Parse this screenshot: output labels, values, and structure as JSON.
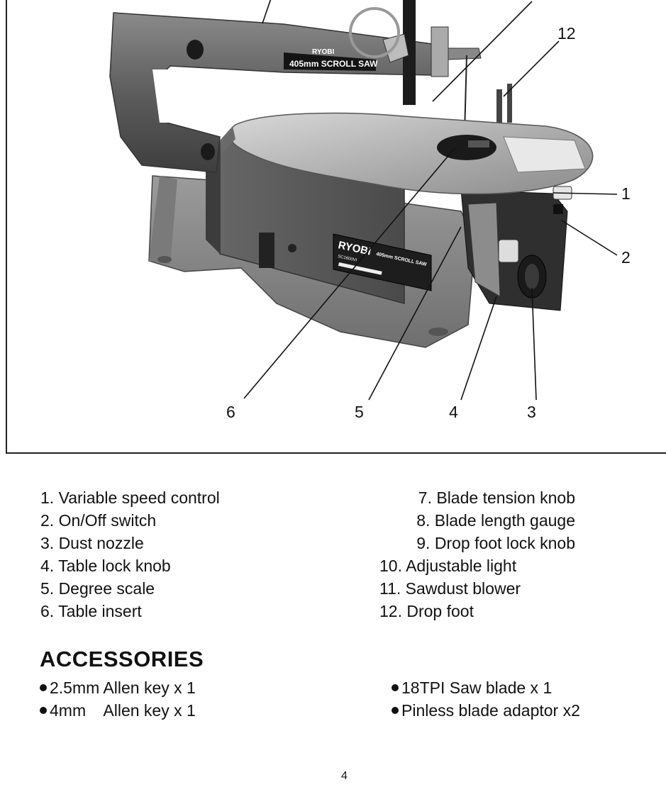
{
  "figure": {
    "name_plate": {
      "brand": "RYOBI",
      "model_text": "405mm SCROLL SAW",
      "arm_text": "405mm SCROLL SAW",
      "model_code": "SC1600VI"
    },
    "callouts": [
      "1",
      "2",
      "3",
      "4",
      "5",
      "6",
      "12"
    ]
  },
  "parts": {
    "left": [
      "1. Variable speed control",
      "2. On/Off switch",
      "3. Dust nozzle",
      "4. Table lock knob",
      "5. Degree scale",
      "6. Table insert"
    ],
    "right": [
      "7. Blade tension knob",
      "8. Blade length gauge",
      "9. Drop foot lock knob",
      "10. Adjustable light",
      "11. Sawdust blower",
      "12. Drop foot"
    ]
  },
  "accessories": {
    "title": "ACCESSORIES",
    "left": [
      "2.5mm Allen key x 1",
      "4mm    Allen key x 1"
    ],
    "right": [
      "18TPI Saw blade x 1",
      "Pinless blade adaptor x2"
    ]
  },
  "page_number": "4"
}
